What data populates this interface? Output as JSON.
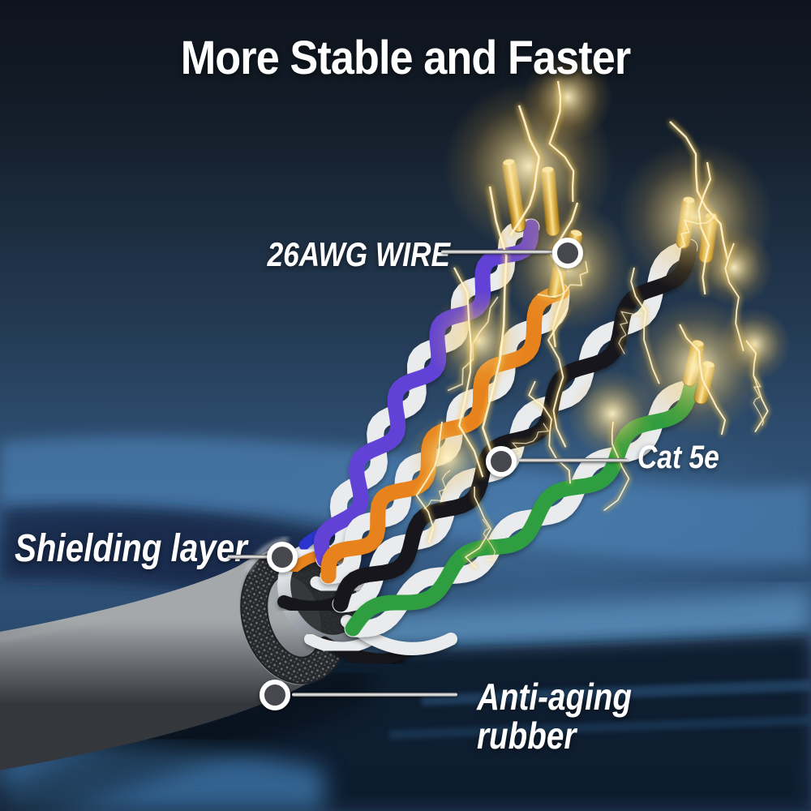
{
  "title": "More Stable and Faster",
  "callouts": {
    "wire": {
      "label": "26AWG WIRE"
    },
    "cat5e": {
      "label": "Cat 5e"
    },
    "shielding": {
      "label": "Shielding layer"
    },
    "rubber": {
      "label": "Anti-aging rubber"
    }
  },
  "cable": {
    "jacket_color": "#6e7276",
    "jacket_light": "#a4a8ab",
    "jacket_dark": "#3a3d41",
    "shield_braid_color": "#26282b",
    "shield_dot_color": "#6d7176",
    "foil_color": "#c9ced4",
    "white_wire_color": "#e9ebed",
    "pairs": [
      {
        "name": "blue-violet-pair",
        "color": "#6243d6"
      },
      {
        "name": "orange-pair",
        "color": "#e8821d"
      },
      {
        "name": "black-pair",
        "color": "#17181a"
      },
      {
        "name": "green-pair",
        "color": "#2d9e3f"
      }
    ],
    "loose_blue_color": "#2a36cf",
    "pin_gold_color": "#d9a93a",
    "lightning_color": "#fff4cf",
    "lightning_glow_color": "#f2c556"
  },
  "background": {
    "top": "#141c27",
    "mid_blue": "#2c4a6b",
    "wave_light": "#5e95c4",
    "wave_dark": "#0c1b2f"
  }
}
